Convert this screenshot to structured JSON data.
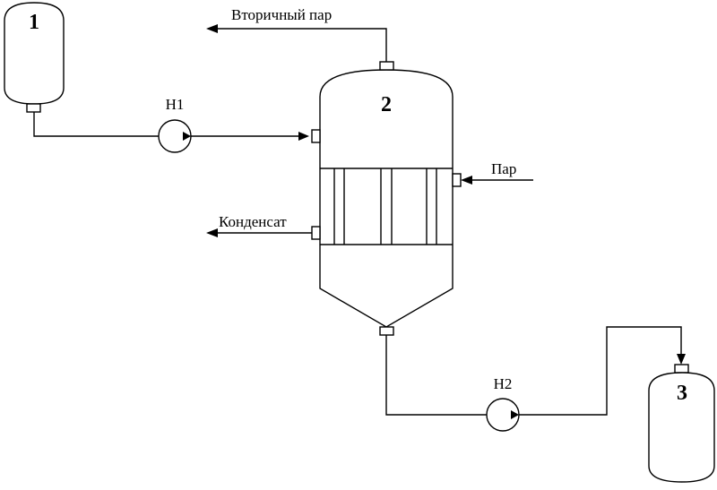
{
  "diagram": {
    "type": "process-flow-diagram",
    "colors": {
      "line": "#000000",
      "background": "#ffffff"
    },
    "equipment": {
      "tank_1": {
        "number": "1"
      },
      "evaporator": {
        "number": "2"
      },
      "tank_3": {
        "number": "3"
      }
    },
    "pumps": {
      "pump_1": {
        "label": "Н1"
      },
      "pump_2": {
        "label": "Н2"
      }
    },
    "streams": {
      "secondary_steam": {
        "label": "Вторичный пар"
      },
      "steam": {
        "label": "Пар"
      },
      "condensate": {
        "label": "Конденсат"
      }
    }
  }
}
